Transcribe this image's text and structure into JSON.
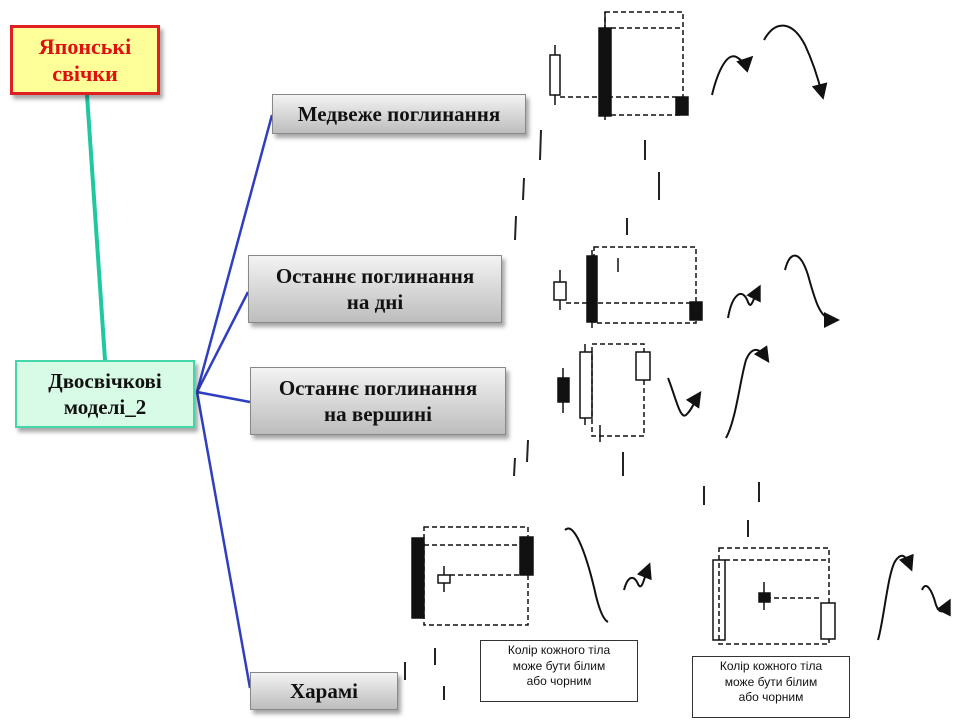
{
  "root": {
    "label_line1": "Японські",
    "label_line2": "свічки"
  },
  "hub": {
    "label_line1": "Двосвічкові",
    "label_line2": "моделі_2"
  },
  "branches": [
    {
      "line1": "Медвеже поглинання",
      "line2": ""
    },
    {
      "line1": "Останнє поглинання",
      "line2": "на дні"
    },
    {
      "line1": "Останнє поглинання",
      "line2": "на вершині"
    },
    {
      "line1": "Харамі",
      "line2": ""
    }
  ],
  "notes": [
    {
      "line1": "Колір кожного тіла",
      "line2": "може бути білим",
      "line3": "або чорним"
    },
    {
      "line1": "Колір кожного тіла",
      "line2": "може бути білим",
      "line3": "або чорним"
    }
  ],
  "colors": {
    "root_border": "#e02020",
    "root_fill": "#ffff99",
    "root_text": "#e01010",
    "hub_border": "#43d6a8",
    "hub_fill": "#d8fbe6",
    "root_connector": "#20c8a0",
    "branch_connector": "#2f3fbf"
  },
  "icons": [
    "candlestick-pattern",
    "trend-arrow"
  ]
}
